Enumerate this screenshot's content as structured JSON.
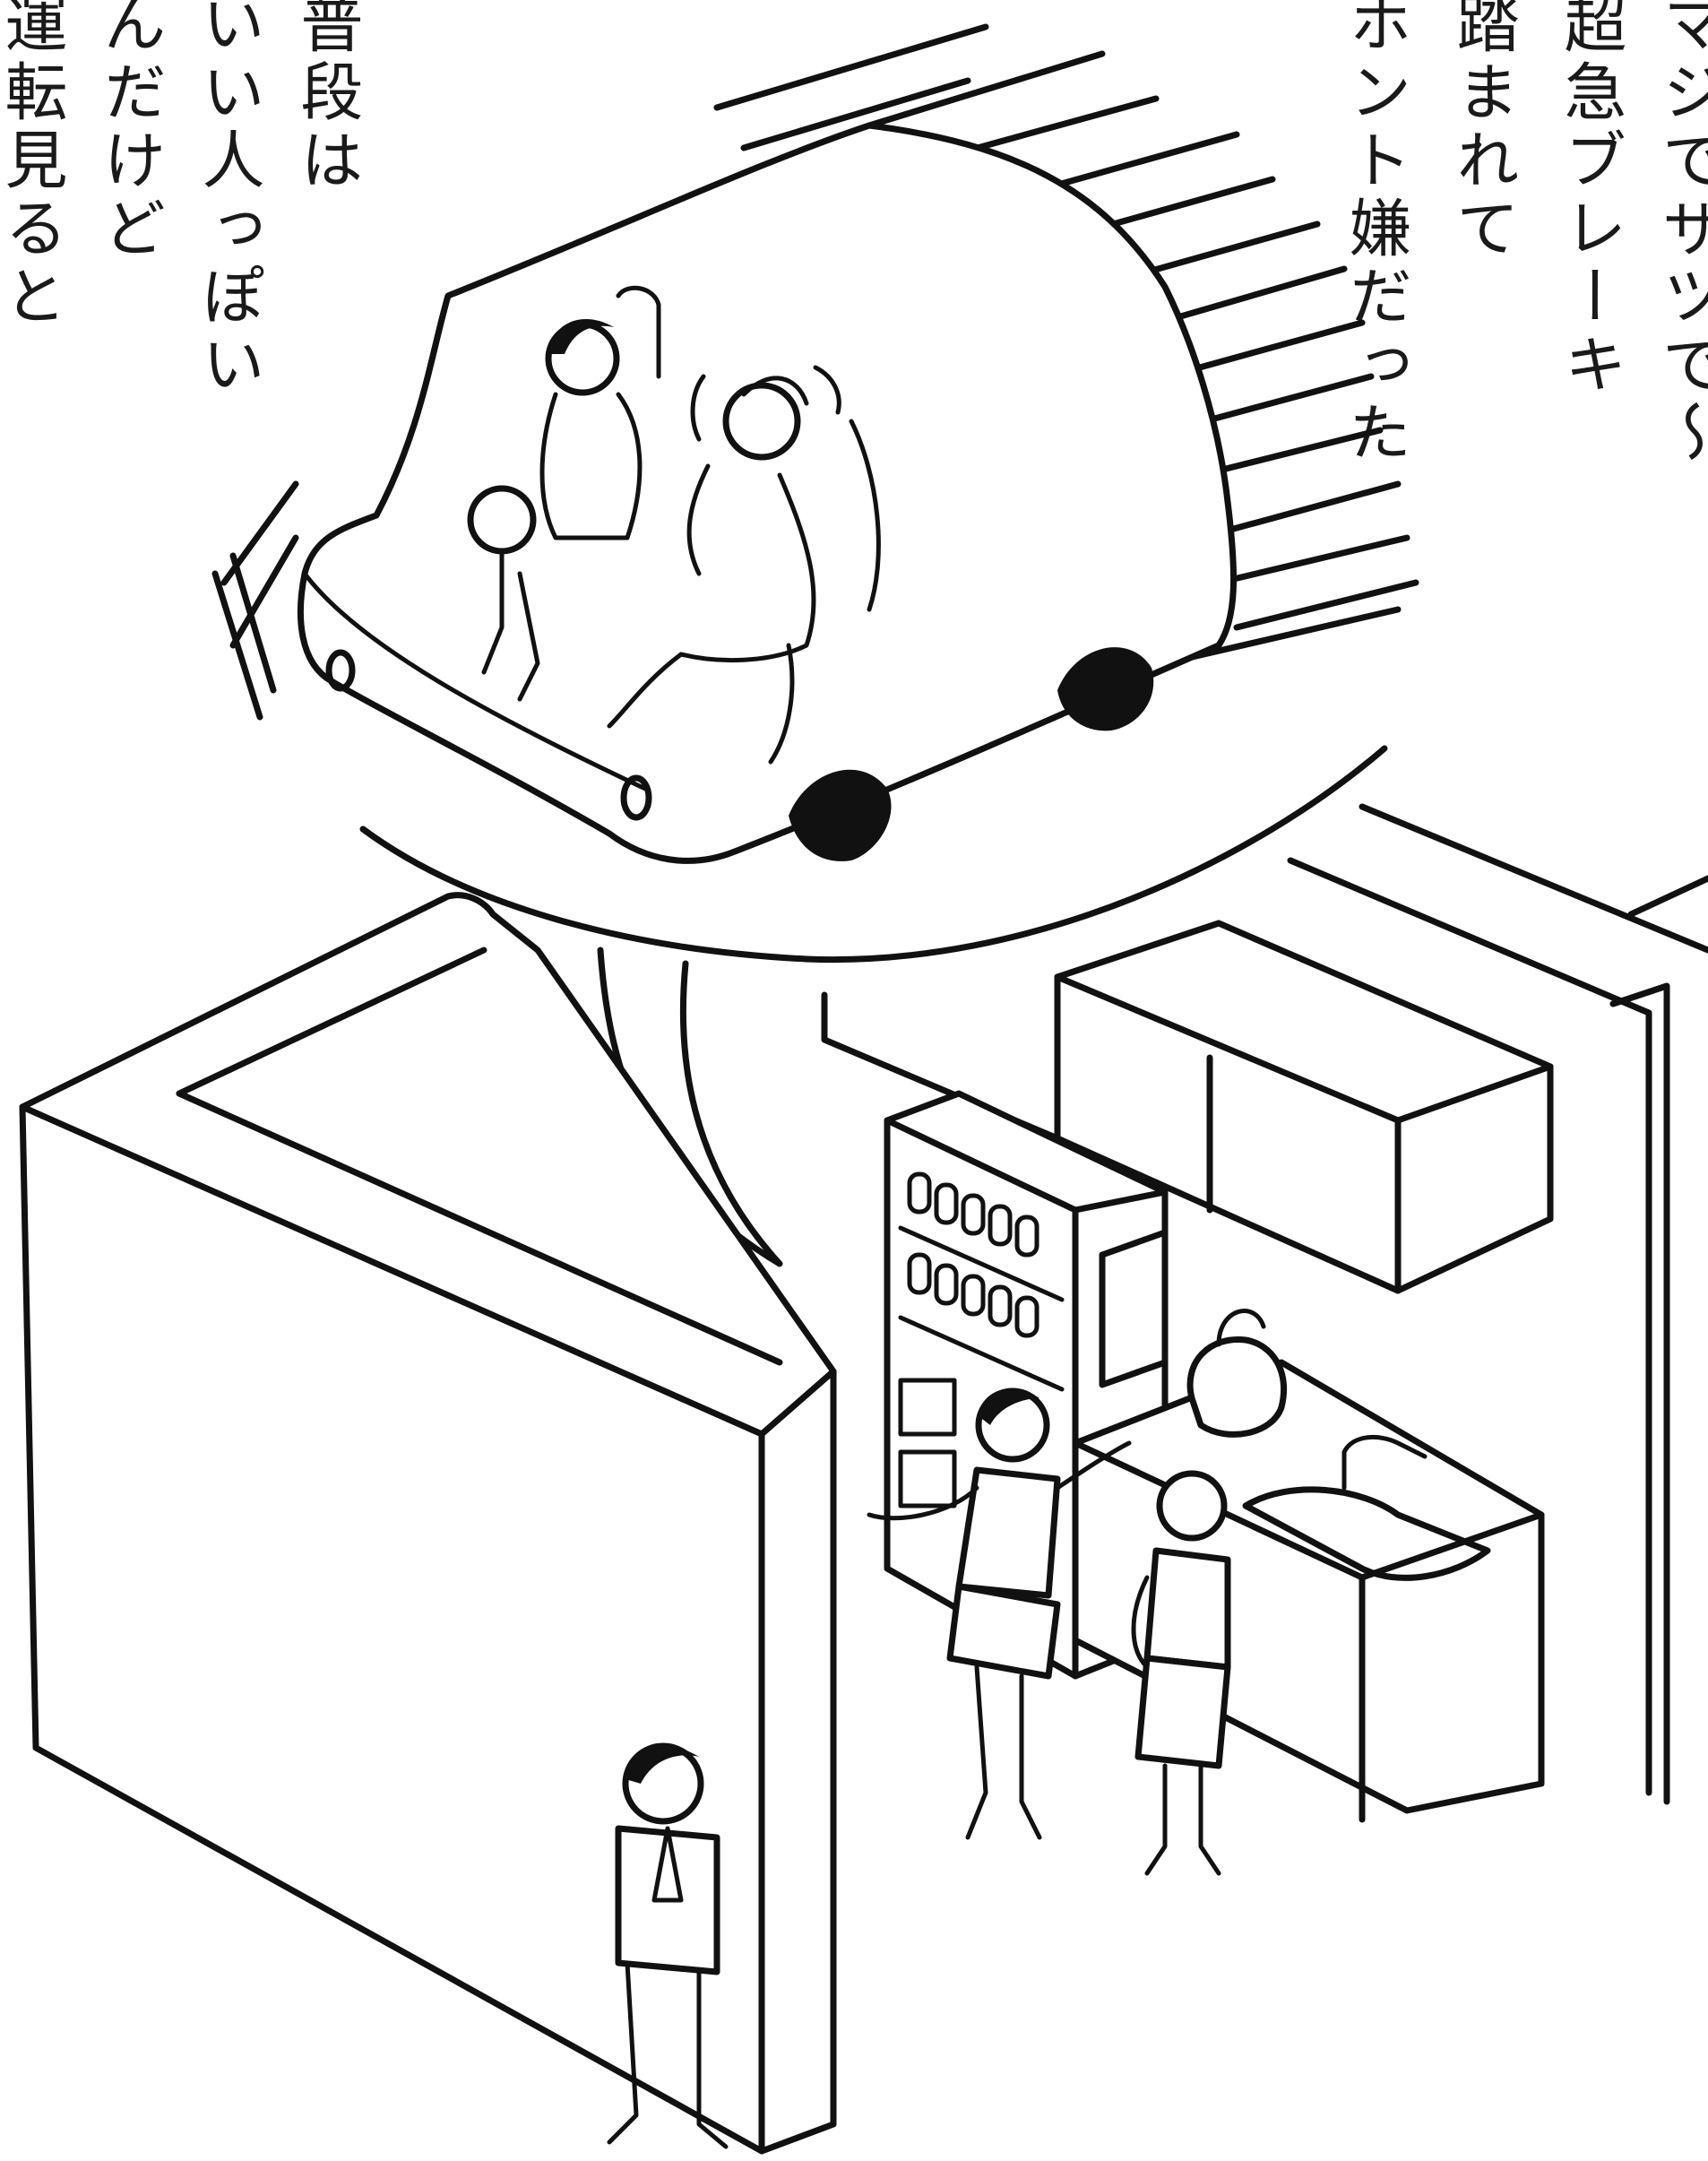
{
  "illustration": {
    "left_caption": {
      "lines": [
        "運転見ると",
        "んだけど",
        "いい人っぽい",
        "普段は"
      ]
    },
    "right_caption": {
      "lines": [
        "ホント嫌だった",
        "踏まれて",
        "超急ブレーキ",
        "マジでザツで〜"
      ]
    }
  }
}
